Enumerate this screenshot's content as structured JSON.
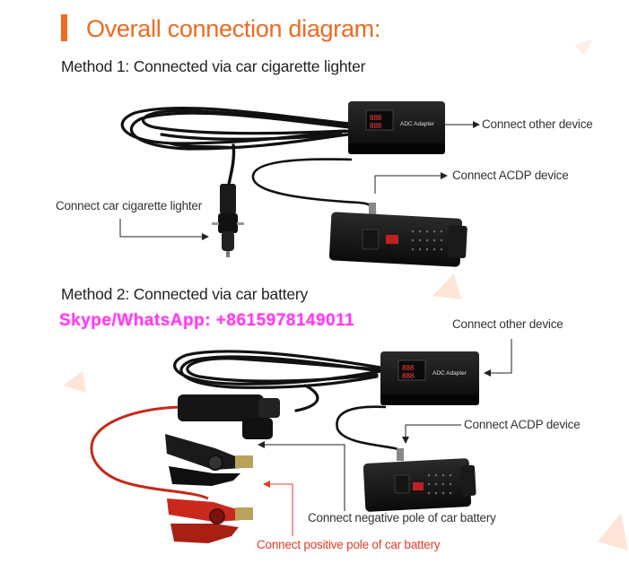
{
  "header": {
    "title": "Overall connection diagram:"
  },
  "method1": {
    "title": "Method 1: Connected via car cigarette lighter",
    "labels": {
      "other_device": "Connect other device",
      "acdp_device": "Connect ACDP device",
      "cigarette_lighter": "Connect car cigarette lighter"
    }
  },
  "method2": {
    "title": "Method 2: Connected via car battery",
    "labels": {
      "other_device": "Connect other device",
      "acdp_device": "Connect ACDP device",
      "negative_pole": "Connect negative pole of car battery",
      "positive_pole": "Connect positive pole of car battery"
    }
  },
  "contact": {
    "text": "Skype/WhatsApp: +8615978149011"
  },
  "adapter": {
    "label": "ADC Adapter",
    "digits": "888"
  },
  "colors": {
    "accent": "#ee6a1f",
    "contact": "#ff3bf0",
    "positive": "#e03c28",
    "cable": "#111111"
  }
}
